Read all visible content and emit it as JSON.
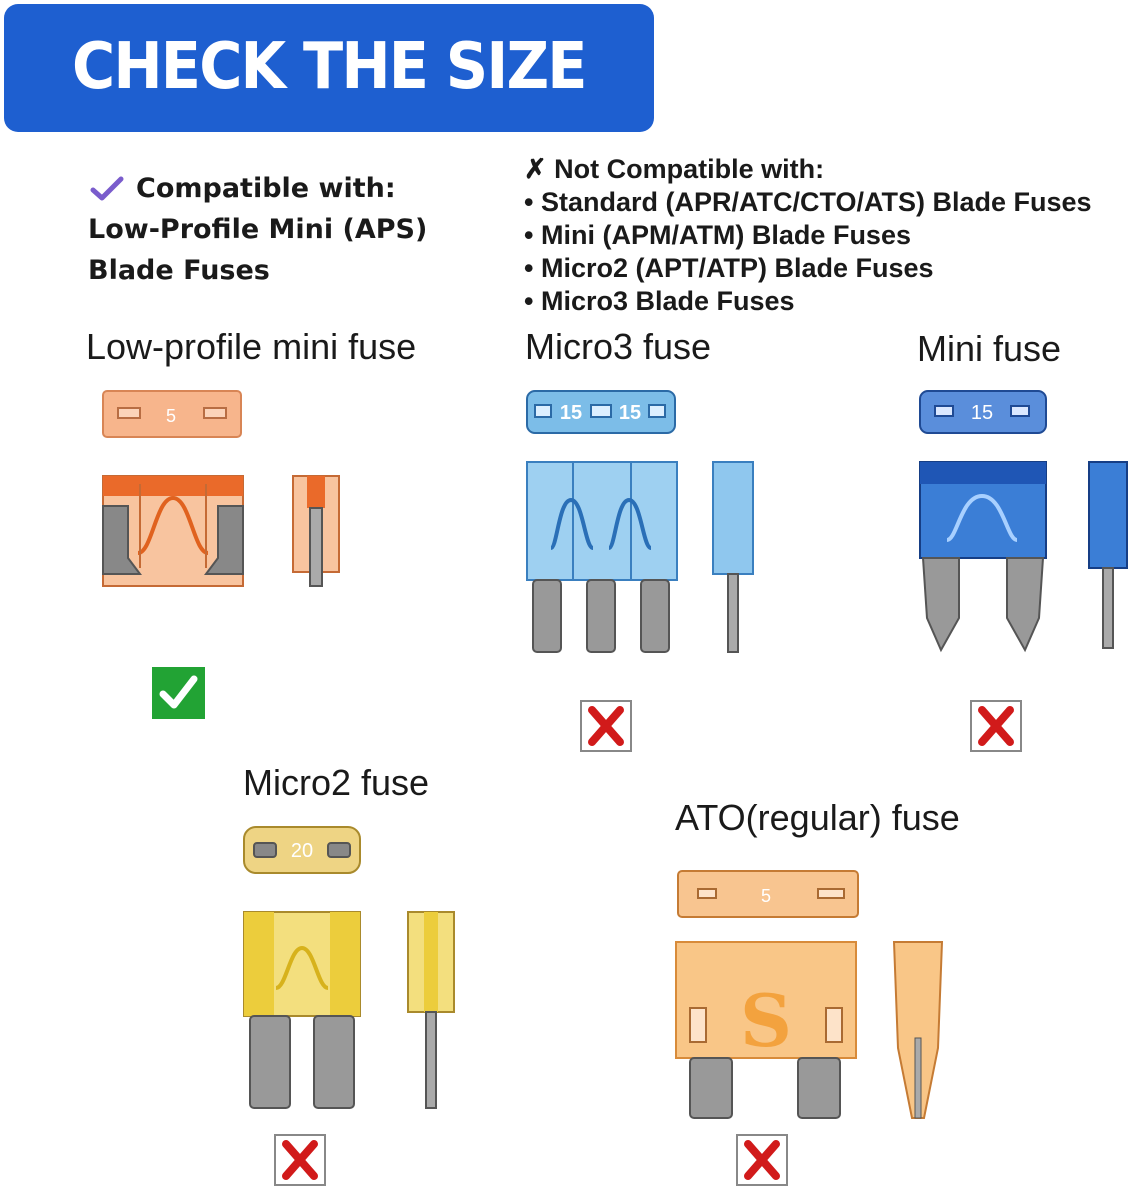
{
  "banner": {
    "title": "CHECK THE SIZE"
  },
  "compatible": {
    "heading": "Compatible with:",
    "lines": [
      "Low-Profile Mini (APS)",
      "Blade Fuses"
    ]
  },
  "not_compatible": {
    "heading": "Not Compatible with:",
    "items": [
      "Standard (APR/ATC/CTO/ATS) Blade Fuses",
      "Mini (APM/ATM) Blade Fuses",
      "Micro2 (APT/ATP) Blade Fuses",
      "Micro3 Blade Fuses"
    ]
  },
  "fuses": {
    "low_profile_mini": {
      "label": "Low-profile mini fuse",
      "rating": "5",
      "color": "#f4a06c",
      "compatible": true
    },
    "micro3": {
      "label": "Micro3 fuse",
      "rating": "15",
      "color": "#6fb3e6",
      "compatible": false
    },
    "mini": {
      "label": "Mini fuse",
      "rating": "15",
      "color": "#2f6fd0",
      "compatible": false
    },
    "micro2": {
      "label": "Micro2 fuse",
      "rating": "20",
      "color": "#eed36a",
      "compatible": false
    },
    "ato": {
      "label": "ATO(regular) fuse",
      "rating": "5",
      "color": "#f6b870",
      "compatible": false
    }
  },
  "colors": {
    "banner": "#1e5fd0",
    "ok": "#22a334",
    "bad": "#d11a1a"
  }
}
